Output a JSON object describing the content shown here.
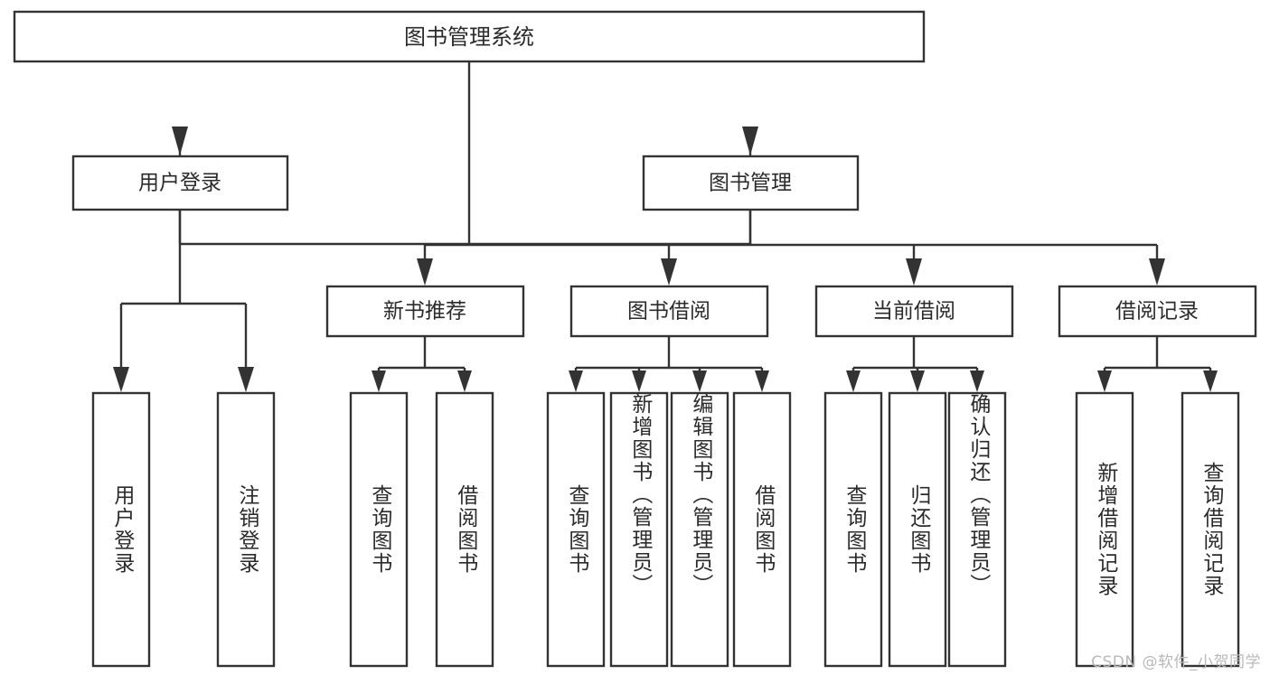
{
  "diagram": {
    "type": "tree-hierarchy",
    "title": "图书管理系统",
    "orientation": "top-down",
    "colors": {
      "box_fill": "#ffffff",
      "stroke": "#333333",
      "text": "#2b2b2b",
      "background": "#ffffff",
      "watermark": "#b9b9b9"
    },
    "root": {
      "label": "图书管理系统"
    },
    "level2": [
      {
        "id": "user-login",
        "label": "用户登录"
      },
      {
        "id": "book-manage",
        "label": "图书管理"
      }
    ],
    "level3": [
      {
        "id": "new-book-recommend",
        "label": "新书推荐",
        "parent": "book-manage"
      },
      {
        "id": "book-borrow",
        "label": "图书借阅",
        "parent": "book-manage"
      },
      {
        "id": "current-borrow",
        "label": "当前借阅",
        "parent": "book-manage"
      },
      {
        "id": "borrow-record",
        "label": "借阅记录",
        "parent": "book-manage"
      }
    ],
    "leaves": {
      "user-login": [
        {
          "id": "leaf-user-login",
          "label": "用户登录"
        },
        {
          "id": "leaf-logout",
          "label": "注销登录"
        }
      ],
      "new-book-recommend": [
        {
          "id": "leaf-query-book-1",
          "label": "查询图书"
        },
        {
          "id": "leaf-borrow-book-1",
          "label": "借阅图书"
        }
      ],
      "book-borrow": [
        {
          "id": "leaf-query-book-2",
          "label": "查询图书"
        },
        {
          "id": "leaf-add-book",
          "label": "新增图书（管理员）"
        },
        {
          "id": "leaf-edit-book",
          "label": "编辑图书（管理员）"
        },
        {
          "id": "leaf-borrow-book-2",
          "label": "借阅图书"
        }
      ],
      "current-borrow": [
        {
          "id": "leaf-query-book-3",
          "label": "查询图书"
        },
        {
          "id": "leaf-return-book",
          "label": "归还图书"
        },
        {
          "id": "leaf-confirm-return",
          "label": "确认归还（管理员）"
        }
      ],
      "borrow-record": [
        {
          "id": "leaf-add-record",
          "label": "新增借阅记录"
        },
        {
          "id": "leaf-query-record",
          "label": "查询借阅记录"
        }
      ]
    }
  },
  "watermark": {
    "text": "CSDN @软件_小贺同学"
  }
}
